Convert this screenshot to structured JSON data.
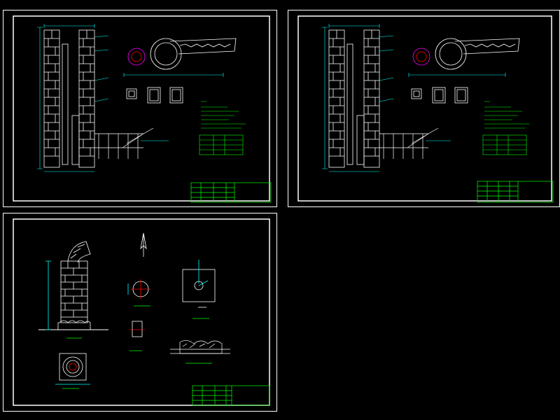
{
  "canvas": {
    "background": "#000000"
  },
  "colors": {
    "frame": "#ffffff",
    "wall": "#ffffff",
    "dimension": "#00ffff",
    "notes": "#00ff00",
    "titleblock": "#00ff00",
    "section": "#ff00ff",
    "accent": "#ff0000",
    "annotation": "#ffff00"
  },
  "sheets": [
    {
      "id": "sheet-a",
      "title_block": {
        "drawing_name": "",
        "sheet_no": ""
      }
    },
    {
      "id": "sheet-b",
      "title_block": {
        "drawing_name": "",
        "sheet_no": ""
      }
    },
    {
      "id": "sheet-c",
      "title_block": {
        "drawing_name": "",
        "sheet_no": ""
      }
    }
  ],
  "icons": [
    "north-arrow-icon"
  ]
}
